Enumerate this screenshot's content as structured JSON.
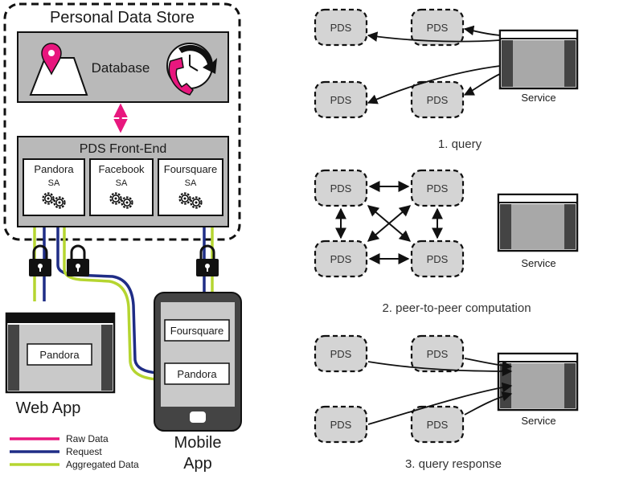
{
  "store": {
    "title": "Personal Data Store",
    "database_label": "Database",
    "frontend_label": "PDS Front-End",
    "apps": [
      {
        "name": "Pandora",
        "sub": "SA"
      },
      {
        "name": "Facebook",
        "sub": "SA"
      },
      {
        "name": "Foursquare",
        "sub": "SA"
      }
    ]
  },
  "web_app": {
    "inner": "Pandora",
    "label": "Web App"
  },
  "mobile_app": {
    "apps": [
      "Foursquare",
      "Pandora"
    ],
    "label_line1": "Mobile",
    "label_line2": "App"
  },
  "legend": [
    {
      "label": "Raw Data",
      "color": "#e8177e"
    },
    {
      "label": "Request",
      "color": "#1f2d86"
    },
    {
      "label": "Aggregated Data",
      "color": "#b5d530"
    }
  ],
  "pds_label": "PDS",
  "service_label": "Service",
  "panels": [
    {
      "caption": "1. query"
    },
    {
      "caption": "2. peer-to-peer computation"
    },
    {
      "caption": "3. query response"
    }
  ],
  "colors": {
    "raw": "#e8177e",
    "request": "#1f2d86",
    "aggregated": "#b5d530",
    "box_gray": "#b9b9b9",
    "pds_fill": "#d4d4d4"
  },
  "icons": [
    "map-pin-icon",
    "phone-clock-icon",
    "gears-icon",
    "padlock-icon"
  ]
}
